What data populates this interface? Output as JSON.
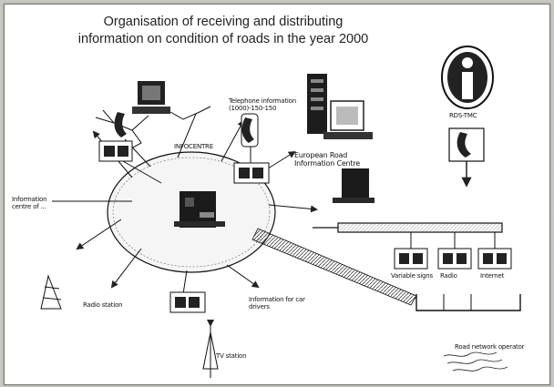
{
  "figure": {
    "title_line1": "Organisation of receiving and distributing",
    "title_line2": "information on condition of roads in the year 2000"
  },
  "labels": {
    "telephone_information": "Telephone information",
    "telephone_number": "(1000)-150-150",
    "ic_center": "INFOCENTRE",
    "road_info_center_line1": "European Road",
    "road_info_center_line2": "Information Centre",
    "left_node": "Information centre of ...",
    "bottom_left_node": "Radio station",
    "bottom_mid_node": "Information for car drivers",
    "tv_node": "TV station",
    "right_top_device": "RDS-TMC",
    "output_1": "Variable signs",
    "output_2": "Radio",
    "output_3": "Internet",
    "corner_caption": "Road network operator"
  },
  "icons": {
    "main_node": "operator-at-desk-icon",
    "computer": "computer-workstation-icon",
    "phone": "telephone-icon",
    "antenna": "antenna-icon",
    "receiver": "receiver-unit-icon"
  },
  "colors": {
    "ink": "#111111",
    "paper": "#ffffff",
    "page": "#c9c8c3"
  }
}
